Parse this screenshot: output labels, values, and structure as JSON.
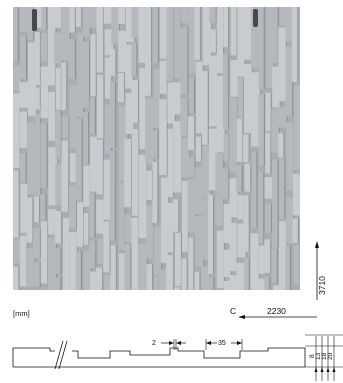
{
  "photo": {
    "colors": {
      "base": "#a9adb1",
      "panel_light": "#c9cccf",
      "panel_mid": "#b5b9bd",
      "shadow": "#7e8387"
    }
  },
  "drawing": {
    "unit_label": "[mm]",
    "height_dimension": "3710",
    "corner_label": "C",
    "width_dimension": "2230",
    "detail_dimensions": {
      "gap": "2",
      "spacing": "35",
      "depth_1": "8",
      "depth_2": "13",
      "depth_3": "18",
      "depth_4": "20"
    },
    "line_color": "#111111"
  }
}
